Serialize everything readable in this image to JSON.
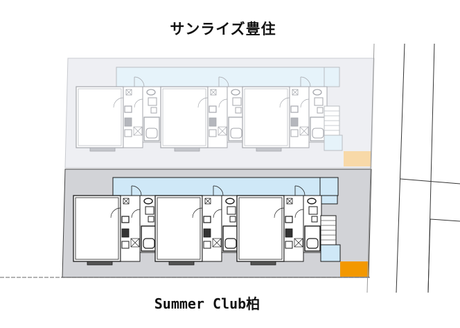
{
  "diagram": {
    "type": "site-plan",
    "buildings": [
      {
        "id": "top",
        "name": "サンライズ豊住",
        "state": "faded",
        "units": 3,
        "accent_color": "#f8d9a8",
        "lot_color": "#eeeff3",
        "corridor_color": "#e6f3fa"
      },
      {
        "id": "bottom",
        "name": "Summer Club柏",
        "state": "highlighted",
        "units": 3,
        "accent_color": "#f39800",
        "lot_color": "#d2d3d7",
        "corridor_color": "#cfe8f7"
      }
    ],
    "colors": {
      "wall": "#1a1a1a",
      "wall_faded": "#9a9ca3",
      "room": "#ffffff",
      "road_line": "#333333"
    }
  }
}
